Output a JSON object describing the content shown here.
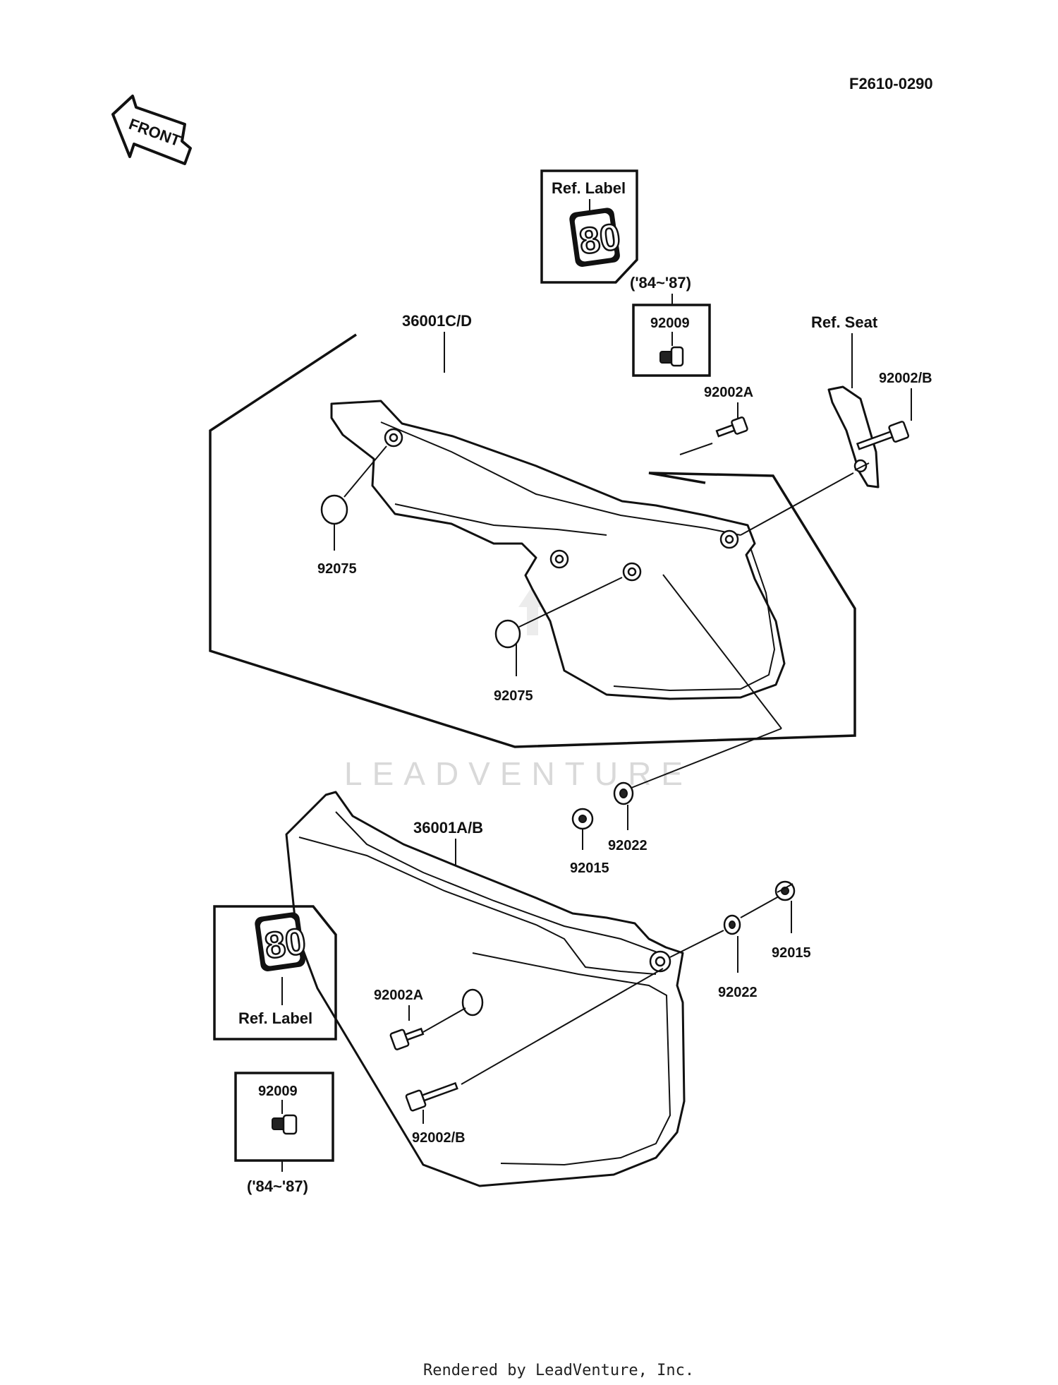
{
  "diagram_code": "F2610-0290",
  "front_arrow_text": "FRONT",
  "watermark": "LEADVENTURE",
  "footer": "Rendered by LeadVenture, Inc.",
  "badge_text": "80",
  "labels": {
    "ref_label_top": "Ref. Label",
    "ref_label_bottom": "Ref. Label",
    "years_top": "('84~'87)",
    "years_bottom": "('84~'87)",
    "ref_seat": "Ref. Seat",
    "p_36001cd": "36001C/D",
    "p_36001ab": "36001A/B",
    "p_92009_top": "92009",
    "p_92009_bottom": "92009",
    "p_92002a_top": "92002A",
    "p_92002a_bottom": "92002A",
    "p_92002b_top": "92002/B",
    "p_92002b_bottom": "92002/B",
    "p_92075_left": "92075",
    "p_92075_center": "92075",
    "p_92022_top": "92022",
    "p_92022_bottom": "92022",
    "p_92015_top": "92015",
    "p_92015_bottom": "92015"
  }
}
